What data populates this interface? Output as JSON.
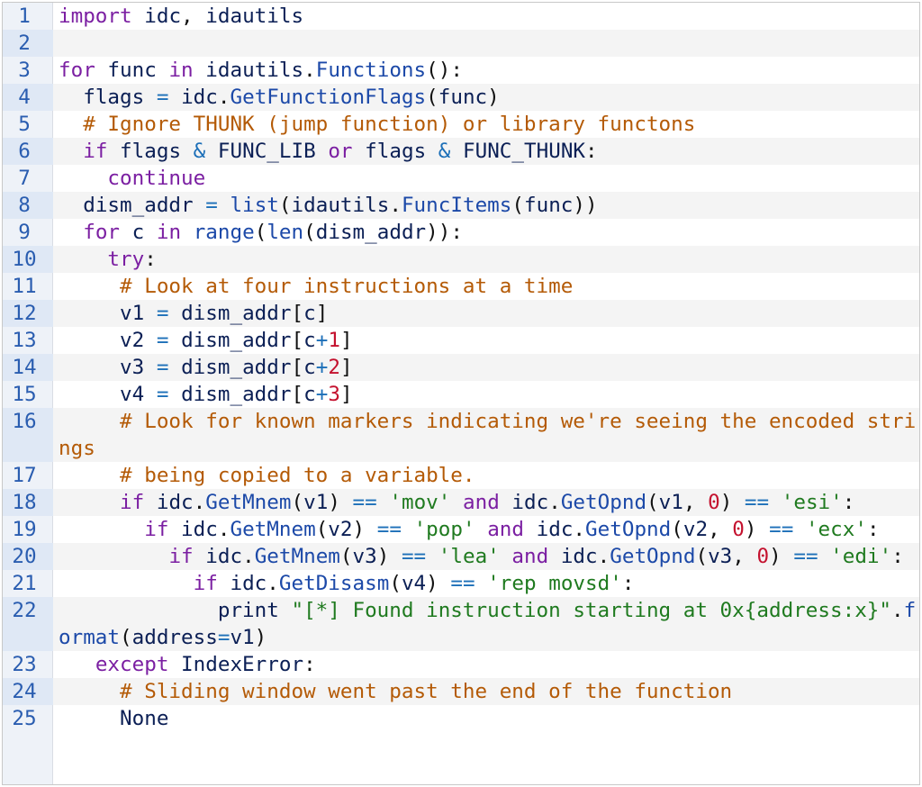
{
  "theme": {
    "keyword": "#7b1fa2",
    "function": "#1c49a8",
    "identifier": "#0b1f55",
    "operator": "#1c6fb8",
    "comment": "#b45a06",
    "string": "#1f7a1f",
    "number": "#c4112e",
    "gutter_number": "#2a5db0"
  },
  "code": {
    "lines": [
      {
        "n": "1",
        "tokens": [
          {
            "t": "kw",
            "v": "import"
          },
          {
            "t": "pn",
            "v": " "
          },
          {
            "t": "id",
            "v": "idc"
          },
          {
            "t": "pn",
            "v": ", "
          },
          {
            "t": "id",
            "v": "idautils"
          }
        ]
      },
      {
        "n": "2",
        "tokens": []
      },
      {
        "n": "3",
        "tokens": [
          {
            "t": "kw",
            "v": "for"
          },
          {
            "t": "pn",
            "v": " "
          },
          {
            "t": "id",
            "v": "func"
          },
          {
            "t": "pn",
            "v": " "
          },
          {
            "t": "kw",
            "v": "in"
          },
          {
            "t": "pn",
            "v": " "
          },
          {
            "t": "id",
            "v": "idautils"
          },
          {
            "t": "pn",
            "v": "."
          },
          {
            "t": "fn",
            "v": "Functions"
          },
          {
            "t": "pn",
            "v": "():"
          }
        ]
      },
      {
        "n": "4",
        "tokens": [
          {
            "t": "pn",
            "v": "  "
          },
          {
            "t": "id",
            "v": "flags"
          },
          {
            "t": "pn",
            "v": " "
          },
          {
            "t": "op",
            "v": "="
          },
          {
            "t": "pn",
            "v": " "
          },
          {
            "t": "id",
            "v": "idc"
          },
          {
            "t": "pn",
            "v": "."
          },
          {
            "t": "fn",
            "v": "GetFunctionFlags"
          },
          {
            "t": "pn",
            "v": "("
          },
          {
            "t": "id",
            "v": "func"
          },
          {
            "t": "pn",
            "v": ")"
          }
        ]
      },
      {
        "n": "5",
        "tokens": [
          {
            "t": "pn",
            "v": "  "
          },
          {
            "t": "cm",
            "v": "# Ignore THUNK (jump function) or library functons"
          }
        ]
      },
      {
        "n": "6",
        "tokens": [
          {
            "t": "pn",
            "v": "  "
          },
          {
            "t": "kw",
            "v": "if"
          },
          {
            "t": "pn",
            "v": " "
          },
          {
            "t": "id",
            "v": "flags"
          },
          {
            "t": "pn",
            "v": " "
          },
          {
            "t": "op",
            "v": "&"
          },
          {
            "t": "pn",
            "v": " "
          },
          {
            "t": "id",
            "v": "FUNC_LIB"
          },
          {
            "t": "pn",
            "v": " "
          },
          {
            "t": "kw",
            "v": "or"
          },
          {
            "t": "pn",
            "v": " "
          },
          {
            "t": "id",
            "v": "flags"
          },
          {
            "t": "pn",
            "v": " "
          },
          {
            "t": "op",
            "v": "&"
          },
          {
            "t": "pn",
            "v": " "
          },
          {
            "t": "id",
            "v": "FUNC_THUNK"
          },
          {
            "t": "pn",
            "v": ":"
          }
        ]
      },
      {
        "n": "7",
        "tokens": [
          {
            "t": "pn",
            "v": "    "
          },
          {
            "t": "kw",
            "v": "continue"
          }
        ]
      },
      {
        "n": "8",
        "tokens": [
          {
            "t": "pn",
            "v": "  "
          },
          {
            "t": "id",
            "v": "dism_addr"
          },
          {
            "t": "pn",
            "v": " "
          },
          {
            "t": "op",
            "v": "="
          },
          {
            "t": "pn",
            "v": " "
          },
          {
            "t": "fn",
            "v": "list"
          },
          {
            "t": "pn",
            "v": "("
          },
          {
            "t": "id",
            "v": "idautils"
          },
          {
            "t": "pn",
            "v": "."
          },
          {
            "t": "fn",
            "v": "FuncItems"
          },
          {
            "t": "pn",
            "v": "("
          },
          {
            "t": "id",
            "v": "func"
          },
          {
            "t": "pn",
            "v": "))"
          }
        ]
      },
      {
        "n": "9",
        "tokens": [
          {
            "t": "pn",
            "v": "  "
          },
          {
            "t": "kw",
            "v": "for"
          },
          {
            "t": "pn",
            "v": " "
          },
          {
            "t": "id",
            "v": "c"
          },
          {
            "t": "pn",
            "v": " "
          },
          {
            "t": "kw",
            "v": "in"
          },
          {
            "t": "pn",
            "v": " "
          },
          {
            "t": "fn",
            "v": "range"
          },
          {
            "t": "pn",
            "v": "("
          },
          {
            "t": "fn",
            "v": "len"
          },
          {
            "t": "pn",
            "v": "("
          },
          {
            "t": "id",
            "v": "dism_addr"
          },
          {
            "t": "pn",
            "v": ")):"
          }
        ]
      },
      {
        "n": "10",
        "tokens": [
          {
            "t": "pn",
            "v": "    "
          },
          {
            "t": "kw",
            "v": "try"
          },
          {
            "t": "pn",
            "v": ":"
          }
        ]
      },
      {
        "n": "11",
        "tokens": [
          {
            "t": "pn",
            "v": "     "
          },
          {
            "t": "cm",
            "v": "# Look at four instructions at a time"
          }
        ]
      },
      {
        "n": "12",
        "tokens": [
          {
            "t": "pn",
            "v": "     "
          },
          {
            "t": "id",
            "v": "v1"
          },
          {
            "t": "pn",
            "v": " "
          },
          {
            "t": "op",
            "v": "="
          },
          {
            "t": "pn",
            "v": " "
          },
          {
            "t": "id",
            "v": "dism_addr"
          },
          {
            "t": "pn",
            "v": "["
          },
          {
            "t": "id",
            "v": "c"
          },
          {
            "t": "pn",
            "v": "]"
          }
        ]
      },
      {
        "n": "13",
        "tokens": [
          {
            "t": "pn",
            "v": "     "
          },
          {
            "t": "id",
            "v": "v2"
          },
          {
            "t": "pn",
            "v": " "
          },
          {
            "t": "op",
            "v": "="
          },
          {
            "t": "pn",
            "v": " "
          },
          {
            "t": "id",
            "v": "dism_addr"
          },
          {
            "t": "pn",
            "v": "["
          },
          {
            "t": "id",
            "v": "c"
          },
          {
            "t": "op",
            "v": "+"
          },
          {
            "t": "nm",
            "v": "1"
          },
          {
            "t": "pn",
            "v": "]"
          }
        ]
      },
      {
        "n": "14",
        "tokens": [
          {
            "t": "pn",
            "v": "     "
          },
          {
            "t": "id",
            "v": "v3"
          },
          {
            "t": "pn",
            "v": " "
          },
          {
            "t": "op",
            "v": "="
          },
          {
            "t": "pn",
            "v": " "
          },
          {
            "t": "id",
            "v": "dism_addr"
          },
          {
            "t": "pn",
            "v": "["
          },
          {
            "t": "id",
            "v": "c"
          },
          {
            "t": "op",
            "v": "+"
          },
          {
            "t": "nm",
            "v": "2"
          },
          {
            "t": "pn",
            "v": "]"
          }
        ]
      },
      {
        "n": "15",
        "tokens": [
          {
            "t": "pn",
            "v": "     "
          },
          {
            "t": "id",
            "v": "v4"
          },
          {
            "t": "pn",
            "v": " "
          },
          {
            "t": "op",
            "v": "="
          },
          {
            "t": "pn",
            "v": " "
          },
          {
            "t": "id",
            "v": "dism_addr"
          },
          {
            "t": "pn",
            "v": "["
          },
          {
            "t": "id",
            "v": "c"
          },
          {
            "t": "op",
            "v": "+"
          },
          {
            "t": "nm",
            "v": "3"
          },
          {
            "t": "pn",
            "v": "]"
          }
        ]
      },
      {
        "n": "16",
        "tokens": [
          {
            "t": "pn",
            "v": "     "
          },
          {
            "t": "cm",
            "v": "# Look for known markers indicating we're seeing the encoded strings"
          }
        ]
      },
      {
        "n": "17",
        "tokens": [
          {
            "t": "pn",
            "v": "     "
          },
          {
            "t": "cm",
            "v": "# being copied to a variable."
          }
        ]
      },
      {
        "n": "18",
        "tokens": [
          {
            "t": "pn",
            "v": "     "
          },
          {
            "t": "kw",
            "v": "if"
          },
          {
            "t": "pn",
            "v": " "
          },
          {
            "t": "id",
            "v": "idc"
          },
          {
            "t": "pn",
            "v": "."
          },
          {
            "t": "fn",
            "v": "GetMnem"
          },
          {
            "t": "pn",
            "v": "("
          },
          {
            "t": "id",
            "v": "v1"
          },
          {
            "t": "pn",
            "v": ") "
          },
          {
            "t": "op",
            "v": "=="
          },
          {
            "t": "pn",
            "v": " "
          },
          {
            "t": "st",
            "v": "'mov'"
          },
          {
            "t": "pn",
            "v": " "
          },
          {
            "t": "kw",
            "v": "and"
          },
          {
            "t": "pn",
            "v": " "
          },
          {
            "t": "id",
            "v": "idc"
          },
          {
            "t": "pn",
            "v": "."
          },
          {
            "t": "fn",
            "v": "GetOpnd"
          },
          {
            "t": "pn",
            "v": "("
          },
          {
            "t": "id",
            "v": "v1"
          },
          {
            "t": "pn",
            "v": ", "
          },
          {
            "t": "nm",
            "v": "0"
          },
          {
            "t": "pn",
            "v": ") "
          },
          {
            "t": "op",
            "v": "=="
          },
          {
            "t": "pn",
            "v": " "
          },
          {
            "t": "st",
            "v": "'esi'"
          },
          {
            "t": "pn",
            "v": ":"
          }
        ]
      },
      {
        "n": "19",
        "tokens": [
          {
            "t": "pn",
            "v": "       "
          },
          {
            "t": "kw",
            "v": "if"
          },
          {
            "t": "pn",
            "v": " "
          },
          {
            "t": "id",
            "v": "idc"
          },
          {
            "t": "pn",
            "v": "."
          },
          {
            "t": "fn",
            "v": "GetMnem"
          },
          {
            "t": "pn",
            "v": "("
          },
          {
            "t": "id",
            "v": "v2"
          },
          {
            "t": "pn",
            "v": ") "
          },
          {
            "t": "op",
            "v": "=="
          },
          {
            "t": "pn",
            "v": " "
          },
          {
            "t": "st",
            "v": "'pop'"
          },
          {
            "t": "pn",
            "v": " "
          },
          {
            "t": "kw",
            "v": "and"
          },
          {
            "t": "pn",
            "v": " "
          },
          {
            "t": "id",
            "v": "idc"
          },
          {
            "t": "pn",
            "v": "."
          },
          {
            "t": "fn",
            "v": "GetOpnd"
          },
          {
            "t": "pn",
            "v": "("
          },
          {
            "t": "id",
            "v": "v2"
          },
          {
            "t": "pn",
            "v": ", "
          },
          {
            "t": "nm",
            "v": "0"
          },
          {
            "t": "pn",
            "v": ") "
          },
          {
            "t": "op",
            "v": "=="
          },
          {
            "t": "pn",
            "v": " "
          },
          {
            "t": "st",
            "v": "'ecx'"
          },
          {
            "t": "pn",
            "v": ":"
          }
        ]
      },
      {
        "n": "20",
        "tokens": [
          {
            "t": "pn",
            "v": "         "
          },
          {
            "t": "kw",
            "v": "if"
          },
          {
            "t": "pn",
            "v": " "
          },
          {
            "t": "id",
            "v": "idc"
          },
          {
            "t": "pn",
            "v": "."
          },
          {
            "t": "fn",
            "v": "GetMnem"
          },
          {
            "t": "pn",
            "v": "("
          },
          {
            "t": "id",
            "v": "v3"
          },
          {
            "t": "pn",
            "v": ") "
          },
          {
            "t": "op",
            "v": "=="
          },
          {
            "t": "pn",
            "v": " "
          },
          {
            "t": "st",
            "v": "'lea'"
          },
          {
            "t": "pn",
            "v": " "
          },
          {
            "t": "kw",
            "v": "and"
          },
          {
            "t": "pn",
            "v": " "
          },
          {
            "t": "id",
            "v": "idc"
          },
          {
            "t": "pn",
            "v": "."
          },
          {
            "t": "fn",
            "v": "GetOpnd"
          },
          {
            "t": "pn",
            "v": "("
          },
          {
            "t": "id",
            "v": "v3"
          },
          {
            "t": "pn",
            "v": ", "
          },
          {
            "t": "nm",
            "v": "0"
          },
          {
            "t": "pn",
            "v": ") "
          },
          {
            "t": "op",
            "v": "=="
          },
          {
            "t": "pn",
            "v": " "
          },
          {
            "t": "st",
            "v": "'edi'"
          },
          {
            "t": "pn",
            "v": ":"
          }
        ]
      },
      {
        "n": "21",
        "tokens": [
          {
            "t": "pn",
            "v": "           "
          },
          {
            "t": "kw",
            "v": "if"
          },
          {
            "t": "pn",
            "v": " "
          },
          {
            "t": "id",
            "v": "idc"
          },
          {
            "t": "pn",
            "v": "."
          },
          {
            "t": "fn",
            "v": "GetDisasm"
          },
          {
            "t": "pn",
            "v": "("
          },
          {
            "t": "id",
            "v": "v4"
          },
          {
            "t": "pn",
            "v": ") "
          },
          {
            "t": "op",
            "v": "=="
          },
          {
            "t": "pn",
            "v": " "
          },
          {
            "t": "st",
            "v": "'rep movsd'"
          },
          {
            "t": "pn",
            "v": ":"
          }
        ]
      },
      {
        "n": "22",
        "tokens": [
          {
            "t": "pn",
            "v": "             "
          },
          {
            "t": "id",
            "v": "print"
          },
          {
            "t": "pn",
            "v": " "
          },
          {
            "t": "st",
            "v": "\"[*] Found instruction starting at 0x{address:x}\""
          },
          {
            "t": "pn",
            "v": "."
          },
          {
            "t": "fn",
            "v": "format"
          },
          {
            "t": "pn",
            "v": "("
          },
          {
            "t": "id",
            "v": "address"
          },
          {
            "t": "op",
            "v": "="
          },
          {
            "t": "id",
            "v": "v1"
          },
          {
            "t": "pn",
            "v": ")"
          }
        ]
      },
      {
        "n": "23",
        "tokens": [
          {
            "t": "pn",
            "v": "   "
          },
          {
            "t": "kw",
            "v": "except"
          },
          {
            "t": "pn",
            "v": " "
          },
          {
            "t": "id",
            "v": "IndexError"
          },
          {
            "t": "pn",
            "v": ":"
          }
        ]
      },
      {
        "n": "24",
        "tokens": [
          {
            "t": "pn",
            "v": "     "
          },
          {
            "t": "cm",
            "v": "# Sliding window went past the end of the function"
          }
        ]
      },
      {
        "n": "25",
        "tokens": [
          {
            "t": "pn",
            "v": "     "
          },
          {
            "t": "id",
            "v": "None"
          }
        ]
      }
    ]
  }
}
